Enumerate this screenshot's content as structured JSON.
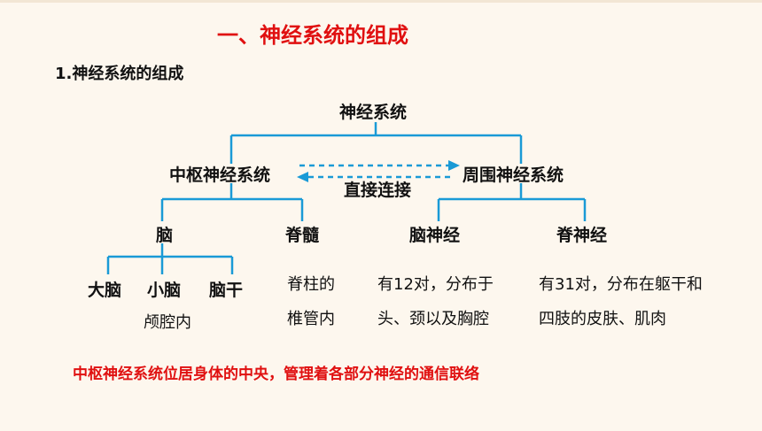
{
  "title": "一、神经系统的组成",
  "subtitle": "1.神经系统的组成",
  "tree": {
    "root": "神经系统",
    "central": "中枢神经系统",
    "peripheral": "周围神经系统",
    "link": "直接连接",
    "brain": "脑",
    "spinal_cord": "脊髓",
    "cranial_nerves": "脑神经",
    "spinal_nerves": "脊神经",
    "cerebrum": "大脑",
    "cerebellum": "小脑",
    "brainstem": "脑干",
    "brain_location": "颅腔内",
    "spinal_location_1": "脊柱的",
    "spinal_location_2": "椎管内",
    "cranial_desc_1": "有12对，分布于",
    "cranial_desc_2": "头、颈以及胸腔",
    "spinal_desc_1": "有31对，分布在躯干和",
    "spinal_desc_2": "四肢的皮肤、肌肉"
  },
  "note": "中枢神经系统位居身体的中央，管理着各部分神经的通信联络",
  "colors": {
    "title": "#e01010",
    "lines": "#1a9ad6",
    "text": "#111111",
    "background": "#fdf7ee"
  }
}
